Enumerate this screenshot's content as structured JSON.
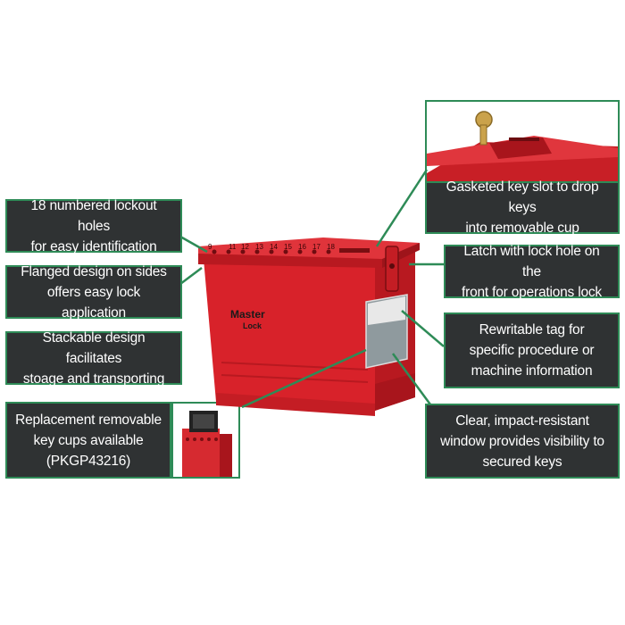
{
  "colors": {
    "accent": "#2e8b57",
    "callout_bg": "#2f3233",
    "callout_text": "#ffffff",
    "product_red": "#d8222a"
  },
  "product": {
    "brand_logo_text": "Master Lock",
    "lid_numbers": [
      "9",
      "11",
      "12",
      "13",
      "14",
      "15",
      "16",
      "17",
      "18"
    ]
  },
  "callouts": {
    "numbered_holes": "18 numbered lockout holes\nfor easy identification",
    "flanged_design": "Flanged design on sides\noffers easy lock application",
    "stackable": "Stackable design facilitates\nstoage and transporting",
    "replacement_cups": "Replacement removable\nkey cups available\n(PKGP43216)",
    "key_slot": "Gasketed key slot to drop keys\ninto removable cup",
    "latch": "Latch with lock hole on the\nfront for operations lock",
    "rewritable_tag": "Rewritable tag for\nspecific procedure or\nmachine information",
    "window": "Clear, impact-resistant\nwindow provides visibility to\nsecured keys"
  }
}
